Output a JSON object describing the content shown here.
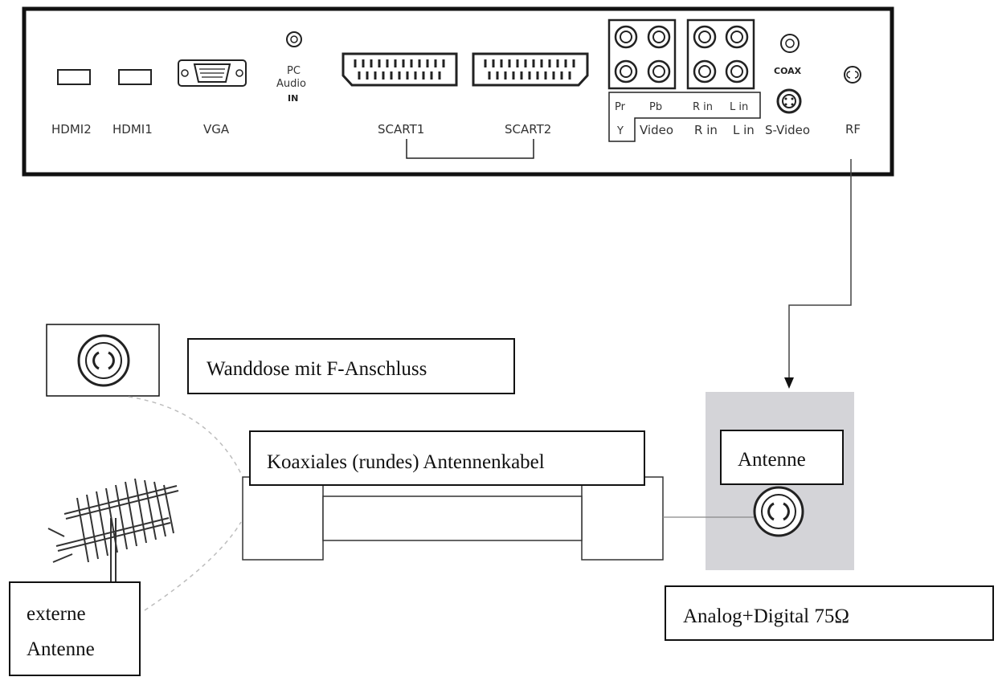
{
  "panel_ports": {
    "hdmi2": "HDMI2",
    "hdmi1": "HDMI1",
    "vga": "VGA",
    "pc_audio_line1": "PC",
    "pc_audio_line2": "Audio",
    "pc_audio_line3": "IN",
    "scart1": "SCART1",
    "scart2": "SCART2",
    "pr": "Pr",
    "pb": "Pb",
    "r_in_top": "R in",
    "l_in_top": "L in",
    "y": "Y",
    "video": "Video",
    "r_in_bottom": "R in",
    "l_in_bottom": "L in",
    "coax": "COAX",
    "s_video": "S-Video",
    "rf": "RF"
  },
  "callouts": {
    "wall_socket": "Wanddose mit F-Anschluss",
    "coax_cable": "Koaxiales (rundes) Antennenkabel",
    "antenna": "Antenne",
    "analog_digital": "Analog+Digital 75Ω",
    "external_line1": "externe",
    "external_line2": "Antenne"
  },
  "colors": {
    "line": "#111111",
    "gray_panel": "#d4d4d8",
    "dotted": "#bdbdbd"
  },
  "icons": [
    "f-connector-icon",
    "yagi-antenna-icon",
    "vga-port-icon",
    "scart-port-icon",
    "rca-jack-icon"
  ]
}
